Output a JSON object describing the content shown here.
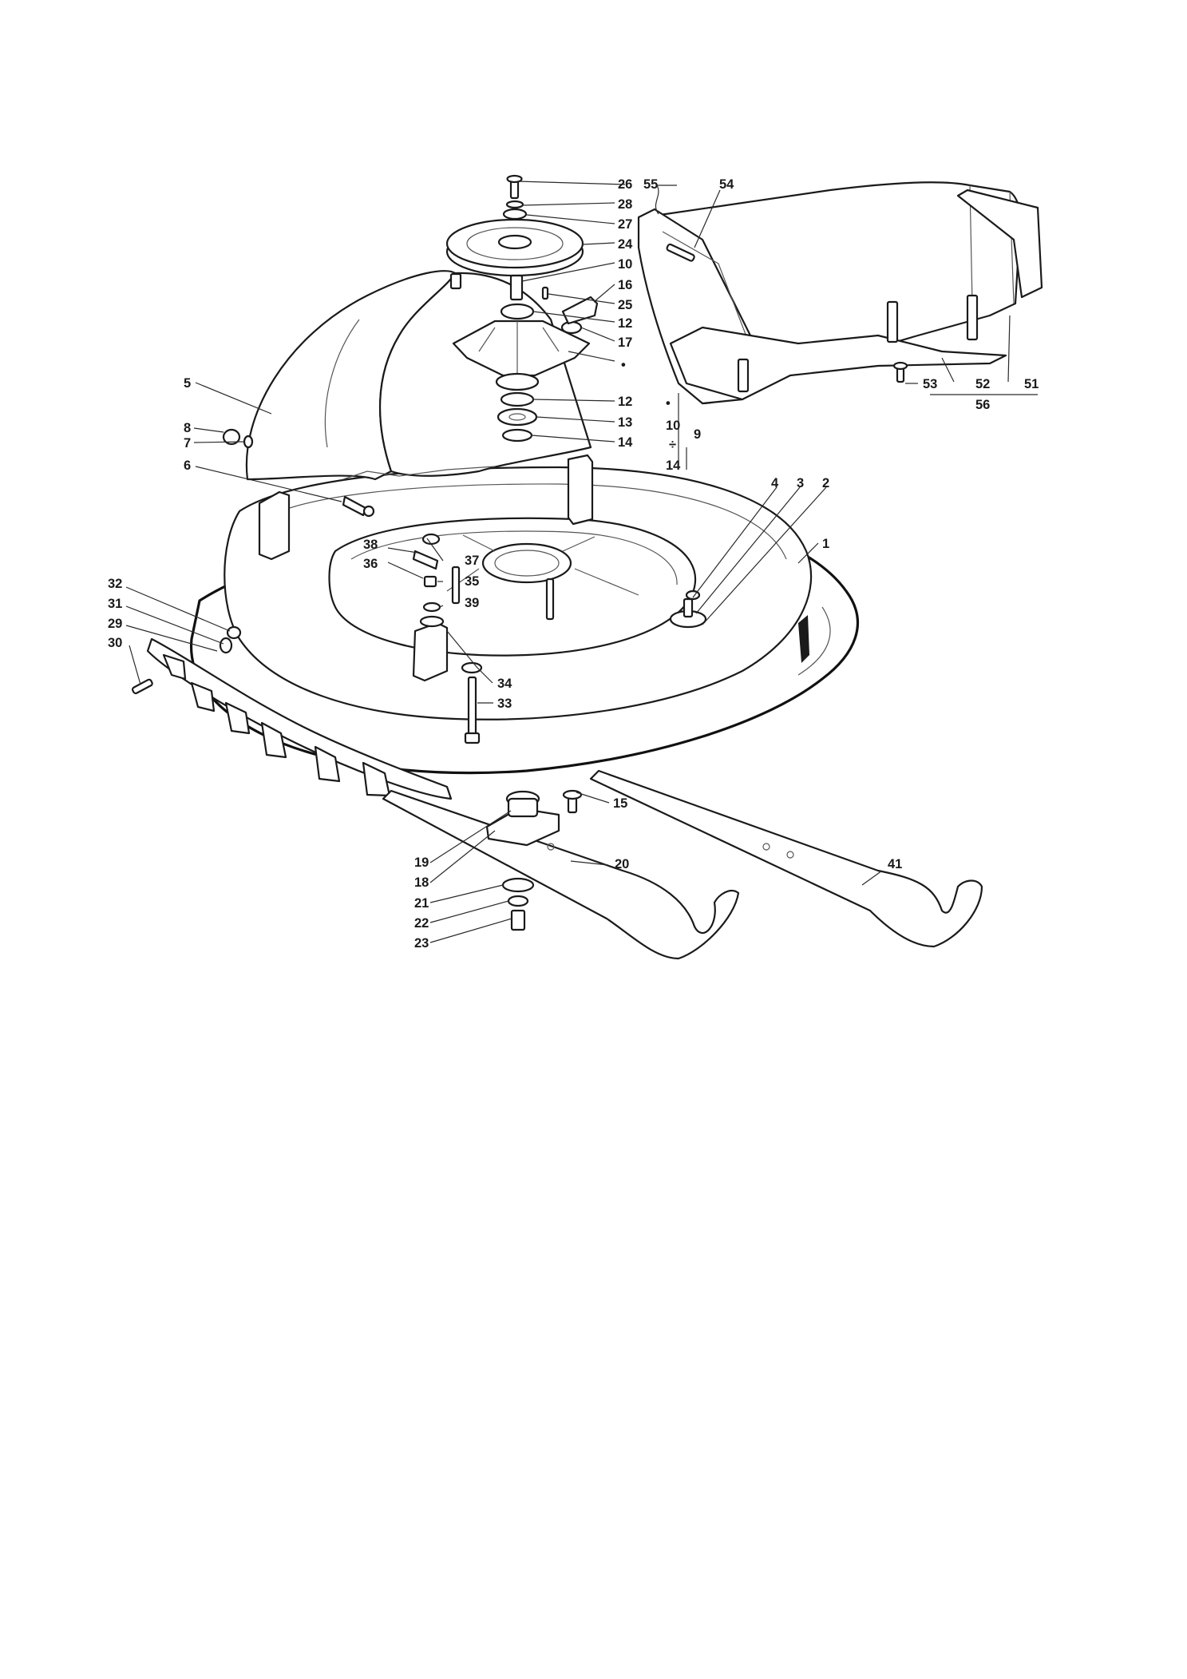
{
  "diagram": {
    "labels": [
      {
        "id": "l26",
        "text": "26"
      },
      {
        "id": "l28",
        "text": "28"
      },
      {
        "id": "l27",
        "text": "27"
      },
      {
        "id": "l24",
        "text": "24"
      },
      {
        "id": "l10a",
        "text": "10"
      },
      {
        "id": "l16",
        "text": "16"
      },
      {
        "id": "l25",
        "text": "25"
      },
      {
        "id": "l12a",
        "text": "12"
      },
      {
        "id": "l17",
        "text": "17"
      },
      {
        "id": "ldot1",
        "text": "•"
      },
      {
        "id": "l12b",
        "text": "12"
      },
      {
        "id": "l13",
        "text": "13"
      },
      {
        "id": "l14a",
        "text": "14"
      },
      {
        "id": "l5",
        "text": "5"
      },
      {
        "id": "l8",
        "text": "8"
      },
      {
        "id": "l7",
        "text": "7"
      },
      {
        "id": "l6",
        "text": "6"
      },
      {
        "id": "ldot2",
        "text": "•"
      },
      {
        "id": "l10b",
        "text": "10"
      },
      {
        "id": "ldiv",
        "text": "÷"
      },
      {
        "id": "l14b",
        "text": "14"
      },
      {
        "id": "l9",
        "text": "9"
      },
      {
        "id": "l55",
        "text": "55"
      },
      {
        "id": "l54",
        "text": "54"
      },
      {
        "id": "l53",
        "text": "53"
      },
      {
        "id": "l52",
        "text": "52"
      },
      {
        "id": "l51",
        "text": "51"
      },
      {
        "id": "l56",
        "text": "56"
      },
      {
        "id": "l4",
        "text": "4"
      },
      {
        "id": "l3",
        "text": "3"
      },
      {
        "id": "l2",
        "text": "2"
      },
      {
        "id": "l1",
        "text": "1"
      },
      {
        "id": "l38",
        "text": "38"
      },
      {
        "id": "l36",
        "text": "36"
      },
      {
        "id": "l37",
        "text": "37"
      },
      {
        "id": "l35",
        "text": "35"
      },
      {
        "id": "l39",
        "text": "39"
      },
      {
        "id": "l34",
        "text": "34"
      },
      {
        "id": "l33",
        "text": "33"
      },
      {
        "id": "l32",
        "text": "32"
      },
      {
        "id": "l31",
        "text": "31"
      },
      {
        "id": "l29",
        "text": "29"
      },
      {
        "id": "l30",
        "text": "30"
      },
      {
        "id": "l15",
        "text": "15"
      },
      {
        "id": "l19",
        "text": "19"
      },
      {
        "id": "l18",
        "text": "18"
      },
      {
        "id": "l20",
        "text": "20"
      },
      {
        "id": "l41",
        "text": "41"
      },
      {
        "id": "l21",
        "text": "21"
      },
      {
        "id": "l22",
        "text": "22"
      },
      {
        "id": "l23",
        "text": "23"
      }
    ]
  }
}
